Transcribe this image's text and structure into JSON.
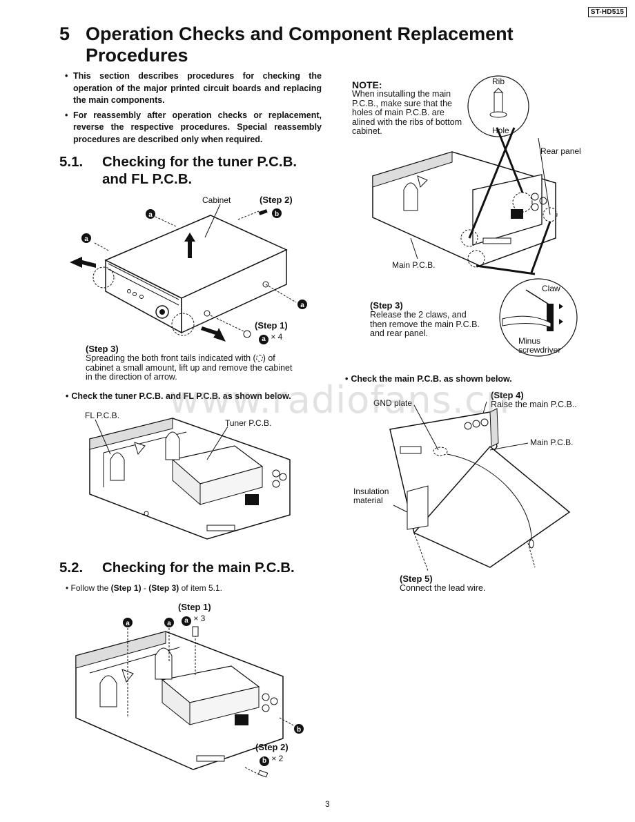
{
  "header": {
    "model": "ST-HD515"
  },
  "title": {
    "number": "5",
    "line1": "Operation Checks and Component Replacement",
    "line2": "Procedures"
  },
  "intro": [
    "This section describes procedures for checking the operation of the major printed circuit boards and replacing the main components.",
    "For reassembly after operation checks or replacement, reverse the respective procedures. Special reassembly procedures are described only when required."
  ],
  "sec51": {
    "number": "5.1.",
    "title_line1": "Checking for the tuner P.C.B.",
    "title_line2": "and FL P.C.B.",
    "fig1": {
      "cabinet": "Cabinet",
      "step2": "(Step 2)",
      "step1": "(Step 1)",
      "mult_a": "× 4",
      "marker_a": "a",
      "marker_b": "b"
    },
    "step3_head": "(Step 3)",
    "step3_line1": "Spreading the both front tails indicated with (",
    "step3_line1b": ") of",
    "step3_line2": "cabinet a small amount, lift up and remove the cabinet",
    "step3_line3": "in the direction of arrow.",
    "check_bullet": "Check the tuner P.C.B. and FL P.C.B. as shown below.",
    "fig2": {
      "fl": "FL P.C.B.",
      "tuner": "Tuner P.C.B."
    }
  },
  "sec52": {
    "number": "5.2.",
    "title": "Checking for the main P.C.B.",
    "follow_pre": "Follow the ",
    "follow_s1": "(Step 1)",
    "follow_mid": " - ",
    "follow_s3": "(Step 3)",
    "follow_post": " of item 5.1.",
    "fig": {
      "step1": "(Step 1)",
      "mult_a": "× 3",
      "step2": "(Step 2)",
      "mult_b": "× 2"
    }
  },
  "right": {
    "note_head": "NOTE:",
    "note_lines": [
      "When insutalling the main",
      "P.C.B., make sure that the",
      "holes of main P.C.B. are",
      "alined with the ribs of bottom",
      "cabinet."
    ],
    "rib": "Rib",
    "hole": "Hole",
    "rear_panel": "Rear panel",
    "main_pcb": "Main P.C.B.",
    "claw": "Claw",
    "minus_line1": "Minus",
    "minus_line2": "screwdriver",
    "step3_head": "(Step 3)",
    "step3_lines": [
      "Release the 2 claws, and",
      "then remove the main P.C.B.",
      "and rear panel."
    ],
    "check_bullet": "Check the main P.C.B. as shown below.",
    "gnd": "GND plate",
    "step4_head": "(Step 4)",
    "step4_text": "Raise the main P.C.B..",
    "main_pcb2": "Main P.C.B.",
    "insulation_line1": "Insulation",
    "insulation_line2": "material",
    "step5_head": "(Step 5)",
    "step5_text": "Connect the lead wire."
  },
  "watermark": "www.radiofans.cn",
  "page_number": "3"
}
